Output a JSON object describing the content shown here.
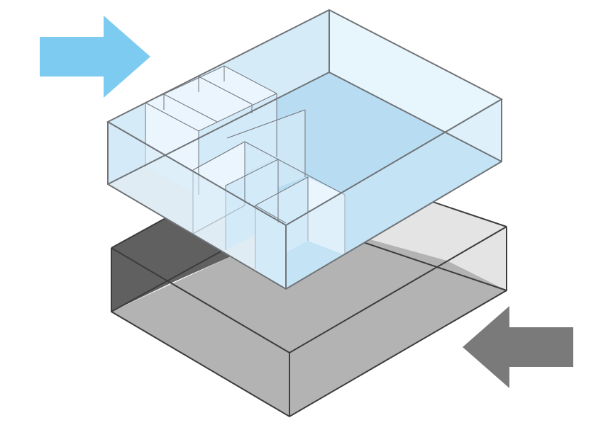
{
  "diagram": {
    "kind": "isometric-exploded-massing",
    "layers": [
      {
        "name": "upper-volume",
        "material": "translucent-glass",
        "interior": "partitioned-rooms"
      },
      {
        "name": "lower-volume",
        "material": "solid-grey-block"
      }
    ],
    "arrows": [
      {
        "name": "arrow-in-upper",
        "direction": "right"
      },
      {
        "name": "arrow-in-lower",
        "direction": "left"
      }
    ]
  },
  "colors": {
    "background": "#ffffff",
    "glass_fill": "#d3eaf8",
    "glass_top": "#e6f4fc",
    "glass_floor": "#b8ddf3",
    "glass_stroke": "#707478",
    "room_fill": "#eaf5fd",
    "floor_grey": "#efefef",
    "lower_top": "#b3b3b3",
    "lower_front": "#b3b3b3",
    "lower_dark": "#606060",
    "lower_light": "#e4e4e4",
    "lower_stroke": "#3c3c3c",
    "arrow_blue": "#7ecbf1",
    "arrow_grey": "#7a7a7a"
  }
}
